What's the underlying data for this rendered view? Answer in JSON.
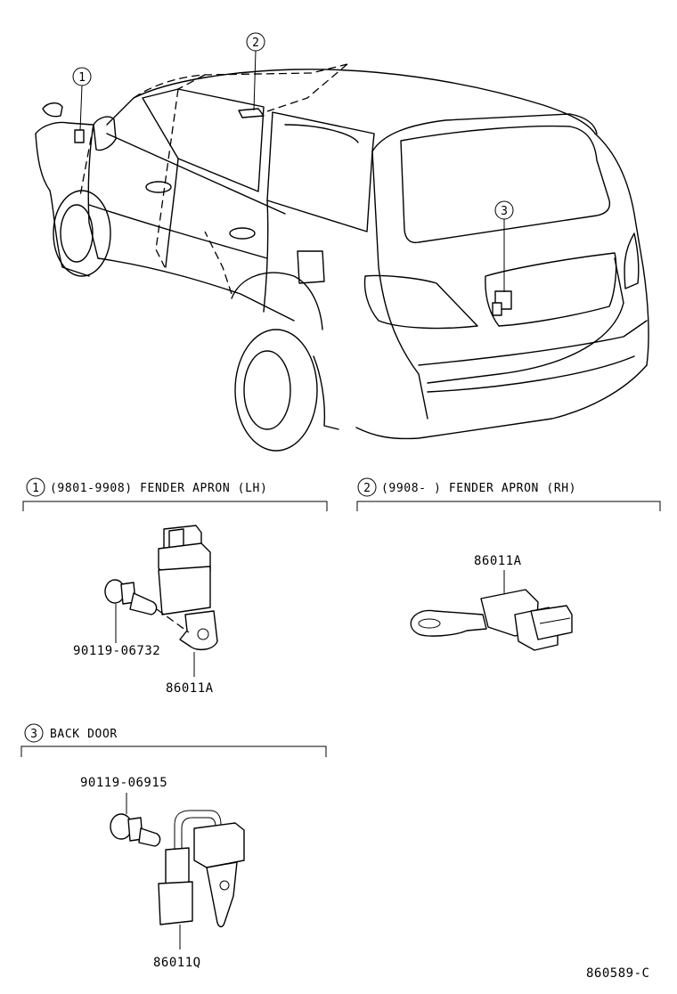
{
  "callouts": {
    "c1": "1",
    "c2": "2",
    "c3": "3"
  },
  "sections": {
    "s1": {
      "num": "1",
      "title": "(9801-9908) FENDER APRON (LH)"
    },
    "s2": {
      "num": "2",
      "title": "(9908-       ) FENDER APRON (RH)"
    },
    "s3": {
      "num": "3",
      "title": "BACK DOOR"
    }
  },
  "parts": {
    "p_s1_bolt": "90119-06732",
    "p_s1_sensor": "86011A",
    "p_s2_sensor": "86011A",
    "p_s3_bolt": "90119-06915",
    "p_s3_sensor": "86011Q"
  },
  "diagram_id": "860589-C"
}
